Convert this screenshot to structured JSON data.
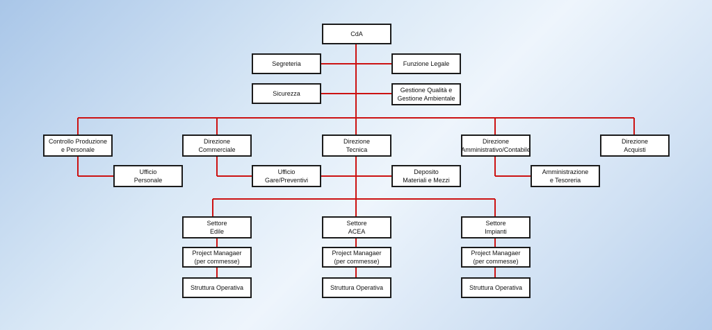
{
  "line_color": "#cc1111",
  "nodes": [
    {
      "id": "cda",
      "label": "CdA"
    },
    {
      "id": "segreteria",
      "label": "Segreteria"
    },
    {
      "id": "funzione-legale",
      "label": "Funzione Legale"
    },
    {
      "id": "sicurezza",
      "label": "Sicurezza"
    },
    {
      "id": "gestione-qualita",
      "label": "Gestione Qualità e\nGestione Ambientale"
    },
    {
      "id": "controllo-produzione",
      "label": "Controllo Produzione\ne Personale"
    },
    {
      "id": "direzione-commerciale",
      "label": "Direzione\nCommerciale"
    },
    {
      "id": "direzione-tecnica",
      "label": "Direzione\nTecnica"
    },
    {
      "id": "direzione-amministrativo",
      "label": "Direzione\nAmministrativo/Contabile"
    },
    {
      "id": "direzione-acquisti",
      "label": "Direzione\nAcquisti"
    },
    {
      "id": "ufficio-personale",
      "label": "Ufficio\nPersonale"
    },
    {
      "id": "ufficio-gare",
      "label": "Ufficio\nGare/Preventivi"
    },
    {
      "id": "deposito",
      "label": "Deposito\nMateriali e Mezzi"
    },
    {
      "id": "amministrazione-tesoreria",
      "label": "Amministrazione\ne Tesoreria"
    },
    {
      "id": "settore-edile",
      "label": "Settore\nEdile"
    },
    {
      "id": "settore-acea",
      "label": "Settore\nACEA"
    },
    {
      "id": "settore-impianti",
      "label": "Settore\nImpianti"
    },
    {
      "id": "pm-edile",
      "label": "Project Managaer\n(per commesse)"
    },
    {
      "id": "pm-acea",
      "label": "Project Managaer\n(per commesse)"
    },
    {
      "id": "pm-impianti",
      "label": "Project Managaer\n(per commesse)"
    },
    {
      "id": "struttura-edile",
      "label": "Struttura Operativa"
    },
    {
      "id": "struttura-acea",
      "label": "Struttura Operativa"
    },
    {
      "id": "struttura-impianti",
      "label": "Struttura Operativa"
    }
  ]
}
